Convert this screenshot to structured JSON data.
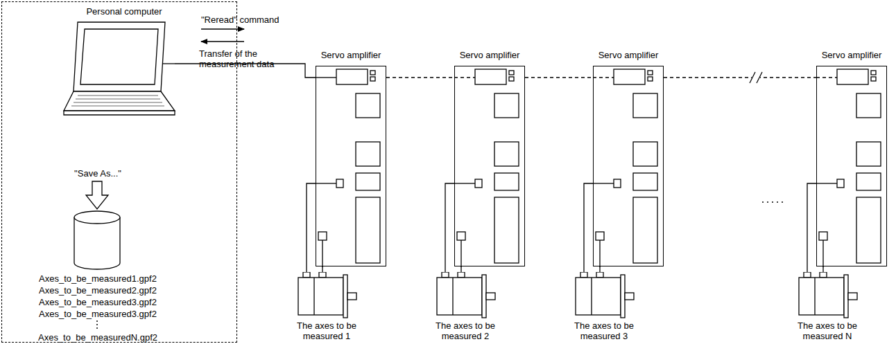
{
  "diagram": {
    "nodes": [
      {
        "text": [
          "Personal computer",
          "\"Save As...\"",
          "Axes_to_be_measured1.gpf2",
          "Axes_to_be_measured2.gpf2",
          "Axes_to_be_measured3.gpf2",
          "Axes_to_be_measured3.gpf2",
          "Axes_to_be_measuredN.gpf2"
        ]
      },
      {
        "text": [
          "Servo amplifier"
        ]
      },
      {
        "text": [
          "Servo amplifier"
        ]
      },
      {
        "text": [
          "Servo amplifier"
        ]
      },
      {
        "text": [
          "Servo amplifier"
        ]
      },
      {
        "text": [
          "The axes to be measured 1"
        ]
      },
      {
        "text": [
          "The axes to be measured 2"
        ]
      },
      {
        "text": [
          "The axes to be measured 3"
        ]
      },
      {
        "text": [
          "The axes to be measured N"
        ]
      }
    ],
    "edges": [
      {
        "from": 0,
        "to": 1,
        "arrow": "none"
      },
      {
        "from": 1,
        "to": 2,
        "arrow": "none"
      },
      {
        "from": 2,
        "to": 3,
        "arrow": "none"
      },
      {
        "from": 3,
        "to": 4,
        "arrow": "none"
      },
      {
        "from": 1,
        "to": 5,
        "arrow": "none"
      },
      {
        "from": 1,
        "to": 5,
        "arrow": "none"
      },
      {
        "from": 2,
        "to": 6,
        "arrow": "none"
      },
      {
        "from": 2,
        "to": 6,
        "arrow": "none"
      },
      {
        "from": 3,
        "to": 7,
        "arrow": "none"
      },
      {
        "from": 3,
        "to": 7,
        "arrow": "none"
      },
      {
        "from": 4,
        "to": 8,
        "arrow": "none"
      },
      {
        "from": 4,
        "to": 8,
        "arrow": "none"
      }
    ],
    "labels": [
      "\"Reread\" command",
      "Transfer of the measurement data"
    ]
  }
}
